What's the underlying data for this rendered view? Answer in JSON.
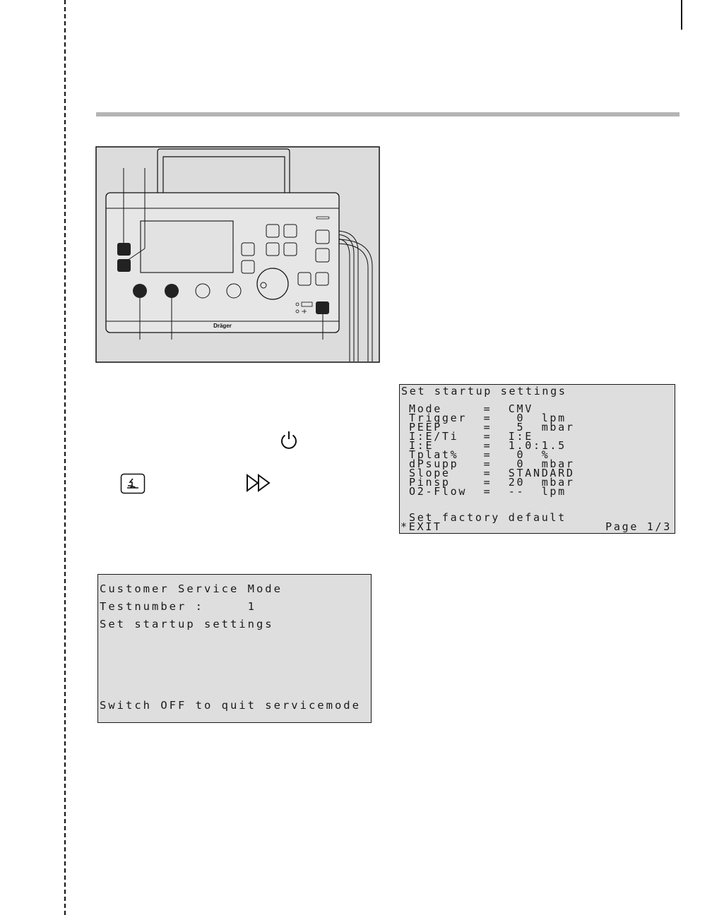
{
  "figure": {
    "brand_label": "Dräger"
  },
  "startup_screen": {
    "title": "Set startup settings",
    "rows": [
      "Mode     =  CMV",
      "Trigger  =   0  lpm",
      "PEEP     =   5  mbar",
      "I:E/Ti   =  I:E",
      "I:E      =  1.0:1.5",
      "Tplat%   =   0  %",
      "dPsupp   =   0  mbar",
      "Slope    =  STANDARD",
      "Pinsp    =  20  mbar",
      "O2-Flow  =  --  lpm"
    ],
    "factory_default": "Set factory default",
    "exit": "*EXIT",
    "page": "Page 1/3"
  },
  "service_screen": {
    "title": "Customer Service Mode",
    "testnumber": "Testnumber :     1",
    "test_name": "Set startup settings",
    "quit_hint": "Switch OFF to quit servicemode"
  },
  "icons": {
    "power": "power-icon",
    "key": "alarm-key-icon",
    "fast_forward": "fast-forward-icon"
  }
}
